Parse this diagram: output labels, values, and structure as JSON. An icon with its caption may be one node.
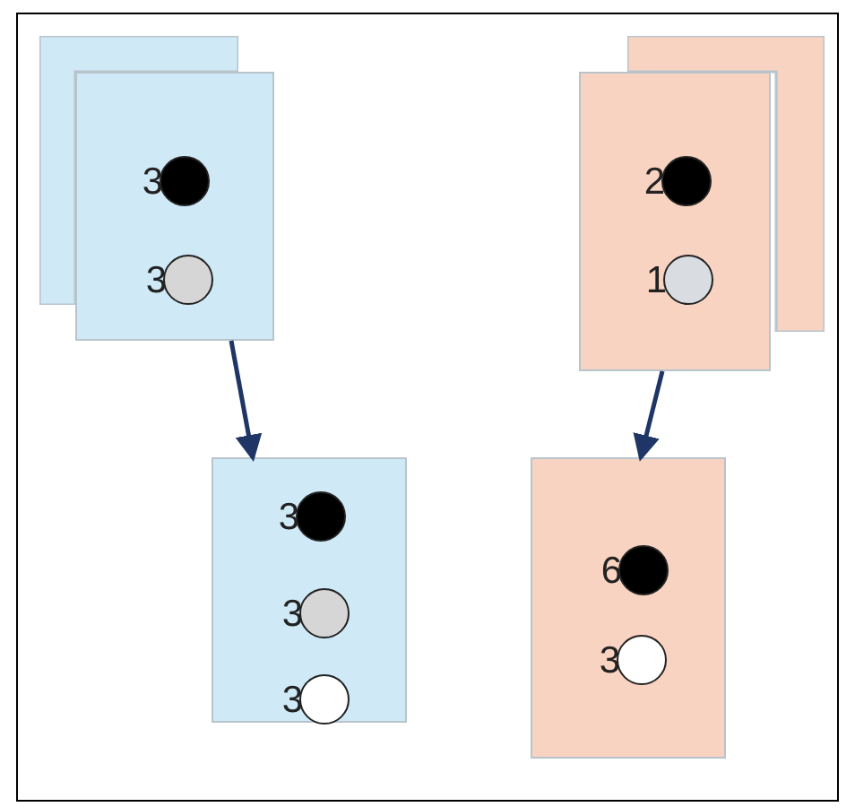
{
  "diagram": {
    "nodes": [
      {
        "text": [],
        "shape": "box"
      },
      {
        "text": [],
        "shape": "box"
      },
      {
        "text": [],
        "shape": "circle",
        "in": 1,
        "beside": [
          "3"
        ]
      },
      {
        "text": [],
        "shape": "circle",
        "in": 1,
        "beside": [
          "3"
        ]
      },
      {
        "text": [],
        "shape": "box"
      },
      {
        "text": [],
        "shape": "box"
      },
      {
        "text": [],
        "shape": "circle",
        "in": 5,
        "beside": [
          "2"
        ]
      },
      {
        "text": [],
        "shape": "circle",
        "in": 5,
        "beside": [
          "1"
        ]
      },
      {
        "text": [],
        "shape": "box"
      },
      {
        "text": [],
        "shape": "circle",
        "in": 8,
        "beside": [
          "3"
        ]
      },
      {
        "text": [],
        "shape": "circle",
        "in": 8,
        "beside": [
          "3"
        ]
      },
      {
        "text": [],
        "shape": "circle",
        "in": 8,
        "beside": [
          "3"
        ]
      },
      {
        "text": [],
        "shape": "box"
      },
      {
        "text": [],
        "shape": "circle",
        "in": 12,
        "beside": [
          "6"
        ]
      },
      {
        "text": [],
        "shape": "circle",
        "in": 12,
        "beside": [
          "3"
        ]
      }
    ],
    "edges": [
      {
        "from": 1,
        "to": 8,
        "arrow": "to"
      },
      {
        "from": 5,
        "to": 12,
        "arrow": "to"
      }
    ]
  }
}
